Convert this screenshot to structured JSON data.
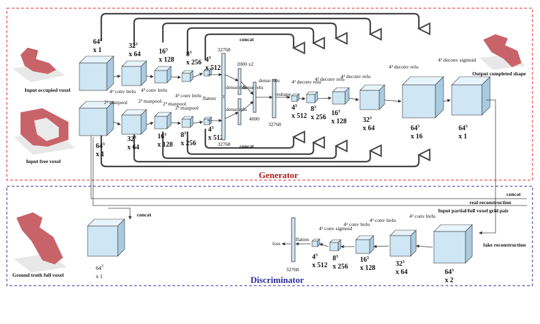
{
  "colors": {
    "generator_border": "#e02020",
    "discriminator_border": "#2a2a9a",
    "cube_front": "#cfe6f5",
    "cube_top": "#e8f4fb",
    "cube_side": "#a9cbe0",
    "voxel": "#c9636a"
  },
  "sections": {
    "generator_title": "Generator",
    "discriminator_title": "Discriminator"
  },
  "images": {
    "occupied": "Input occupied voxel",
    "free": "Input free voxel",
    "output": "Output completed shape",
    "ground_truth": "Ground truth full voxel"
  },
  "generator": {
    "enc_top": [
      {
        "base": "64",
        "exp": "3",
        "ch": "x 1"
      },
      {
        "base": "32",
        "exp": "3",
        "ch": "x 64"
      },
      {
        "base": "16",
        "exp": "3",
        "ch": "x 128"
      },
      {
        "base": "8",
        "exp": "3",
        "ch": "x 256"
      },
      {
        "base": "4",
        "exp": "3",
        "ch": "x 512"
      }
    ],
    "enc_bot": [
      {
        "base": "64",
        "exp": "3",
        "ch": "x 1"
      },
      {
        "base": "32",
        "exp": "3",
        "ch": "x 64"
      },
      {
        "base": "16",
        "exp": "3",
        "ch": "x 128"
      },
      {
        "base": "8",
        "exp": "3",
        "ch": "x 256"
      },
      {
        "base": "4",
        "exp": "3",
        "ch": "x 512"
      }
    ],
    "dec": [
      {
        "base": "4",
        "exp": "3",
        "ch": "x 512"
      },
      {
        "base": "8",
        "exp": "3",
        "ch": "x 256"
      },
      {
        "base": "16",
        "exp": "3",
        "ch": "x 128"
      },
      {
        "base": "32",
        "exp": "3",
        "ch": "x 64"
      },
      {
        "base": "64",
        "exp": "3",
        "ch": "x 16"
      },
      {
        "base": "64",
        "exp": "3",
        "ch": "x 1"
      }
    ],
    "ops": {
      "conv_lrelu": "4³ conv lrelu",
      "maxpool": "2³ maxpool",
      "flatten": "flatten",
      "concat": "concat",
      "dense_relu": "dense relu",
      "reshape": "reshape",
      "deconv_relu": "4³ deconv relu",
      "deconv_sigmoid": "4³ deconv sigmoid",
      "size_32768": "32768",
      "size_2000": "2000 x2",
      "size_4000": "4000"
    }
  },
  "discriminator": {
    "gt": {
      "base": "64",
      "exp": "3",
      "ch": "x 1"
    },
    "layers": [
      {
        "base": "64",
        "exp": "3",
        "ch": "x 2"
      },
      {
        "base": "32",
        "exp": "3",
        "ch": "x 64"
      },
      {
        "base": "16",
        "exp": "3",
        "ch": "x 128"
      },
      {
        "base": "8",
        "exp": "3",
        "ch": "x 256"
      },
      {
        "base": "4",
        "exp": "3",
        "ch": "x 512"
      }
    ],
    "ops": {
      "input_pair": "Input partial/full voxel grid pair",
      "conv_lrelu": "4³ conv lrelu",
      "conv_sigmoid": "4³ conv sigmoid",
      "flatten": "flatten",
      "loss": "loss",
      "size_32768": "32768",
      "concat": "concat",
      "real_reconstruction": "real reconstruction",
      "fake_reconstruction": "fake reconstruction"
    }
  }
}
